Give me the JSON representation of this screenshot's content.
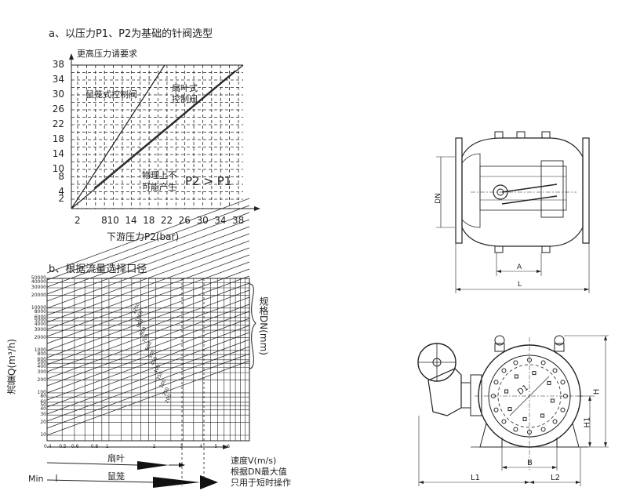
{
  "chart_a": {
    "title": "a、以压力P1、P2为基础的针阀选型",
    "top_note": "更高压力请要求",
    "x_label": "下游压力P2(bar)",
    "y_ticks": [
      "38",
      "34",
      "30",
      "26",
      "22",
      "18",
      "14",
      "10",
      "8",
      "4",
      "2"
    ],
    "x_ticks": [
      "2",
      "8",
      "10",
      "14",
      "18",
      "22",
      "26",
      "30",
      "34",
      "38"
    ],
    "region_squirrel": "鼠笼式控制阀",
    "region_fan_line1": "扇叶式",
    "region_fan_line2": "控制阀",
    "impossible_line1": "物理上不",
    "impossible_line2": "可能产生",
    "condition": "P2 > P1"
  },
  "chart_b": {
    "title": "b、根据流量选择口径",
    "y_label": "流量Q(m³/h)",
    "right_label": "规格DN(mm)",
    "y_ticks": [
      "50000",
      "40000",
      "30000",
      "20000",
      "10000",
      "8000",
      "6000",
      "5000",
      "4000",
      "3000",
      "2000",
      "1000",
      "800",
      "600",
      "500",
      "400",
      "300",
      "200",
      "100",
      "80",
      "60",
      "50",
      "40",
      "30",
      "20",
      "10"
    ],
    "x_ticks": [
      "0.4",
      "0.5",
      "0.6",
      "0.8",
      "1",
      "2",
      "3",
      "4",
      "5",
      "6"
    ],
    "dn_labels": [
      "1200",
      "1000",
      "900",
      "800",
      "700",
      "600",
      "500",
      "450",
      "400",
      "350",
      "300",
      "250",
      "200"
    ],
    "fan": "扇叶",
    "squirrel": "鼠笼",
    "min": "Min",
    "velocity": "速度V(m/s)",
    "dn_max": "根据DN最大值",
    "short_time": "只用于短时操作"
  },
  "drawing_side": {
    "dn": "DN",
    "a": "A",
    "l": "L"
  },
  "drawing_front": {
    "d1": "D1",
    "h": "H",
    "h1": "H1",
    "b": "B",
    "l1": "L1",
    "l2": "L2"
  }
}
